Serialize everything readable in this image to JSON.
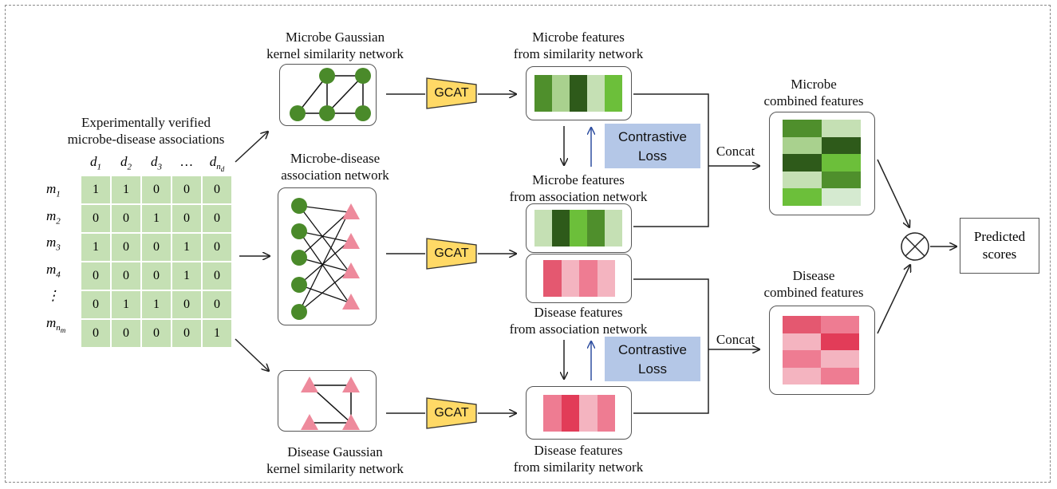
{
  "matrix": {
    "title_line1": "Experimentally verified",
    "title_line2": "microbe-disease associations",
    "col_headers": [
      "d",
      "d",
      "d",
      "…",
      "d"
    ],
    "col_subscripts": [
      "1",
      "2",
      "3",
      "",
      "n_d"
    ],
    "row_headers": [
      "m",
      "m",
      "m",
      "m",
      "⋮",
      "m"
    ],
    "row_subscripts": [
      "1",
      "2",
      "3",
      "4",
      "",
      "n_m"
    ],
    "rows": [
      [
        "1",
        "1",
        "0",
        "0",
        "0"
      ],
      [
        "0",
        "0",
        "1",
        "0",
        "0"
      ],
      [
        "1",
        "0",
        "0",
        "1",
        "0"
      ],
      [
        "0",
        "0",
        "0",
        "1",
        "0"
      ],
      [
        "0",
        "1",
        "1",
        "0",
        "0"
      ],
      [
        "0",
        "0",
        "0",
        "0",
        "1"
      ]
    ]
  },
  "networks": {
    "microbe_sim_line1": "Microbe Gaussian",
    "microbe_sim_line2": "kernel similarity network",
    "assoc_line1": "Microbe-disease",
    "assoc_line2": "association network",
    "disease_sim_line1": "Disease Gaussian",
    "disease_sim_line2": "kernel similarity network"
  },
  "gcat_label": "GCAT",
  "features": {
    "microbe_sim_line1": "Microbe features",
    "microbe_sim_line2": "from similarity network",
    "microbe_assoc_line1": "Microbe features",
    "microbe_assoc_line2": "from association network",
    "disease_assoc_line1": "Disease features",
    "disease_assoc_line2": "from association network",
    "disease_sim_line1": "Disease features",
    "disease_sim_line2": "from similarity network"
  },
  "contrastive": {
    "line1": "Contrastive",
    "line2": "Loss"
  },
  "concat_label": "Concat",
  "combined": {
    "microbe_line1": "Microbe",
    "microbe_line2": "combined features",
    "disease_line1": "Disease",
    "disease_line2": "combined features"
  },
  "output": {
    "line1": "Predicted",
    "line2": "scores"
  },
  "colors": {
    "microbe_strip_sim": [
      "#4f8f2c",
      "#a9d18e",
      "#2e5a1a",
      "#c5e0b4",
      "#6cbf3a"
    ],
    "microbe_strip_assoc": [
      "#c5e0b4",
      "#2e5a1a",
      "#6cbf3a",
      "#4f8f2c",
      "#c5e0b4"
    ],
    "disease_strip_assoc": [
      "#e45870",
      "#f4b4c0",
      "#ee7c92",
      "#f4b4c0"
    ],
    "disease_strip_sim": [
      "#ee7c92",
      "#e23c58",
      "#f4b4c0",
      "#ee7c92"
    ],
    "microbe_combined": [
      "#4f8f2c",
      "#c5e0b4",
      "#a9d18e",
      "#2e5a1a",
      "#2e5a1a",
      "#6cbf3a",
      "#c5e0b4",
      "#4f8f2c",
      "#6cbf3a",
      "#d5ead0"
    ],
    "disease_combined": [
      "#e45870",
      "#ee7c92",
      "#f4b4c0",
      "#e23c58",
      "#ee7c92",
      "#f4b4c0",
      "#f4b4c0",
      "#ee7c92"
    ],
    "node_green": "#4a8a2a",
    "node_pink": "#ee8a9c",
    "gcat_fill": "#ffd966"
  }
}
